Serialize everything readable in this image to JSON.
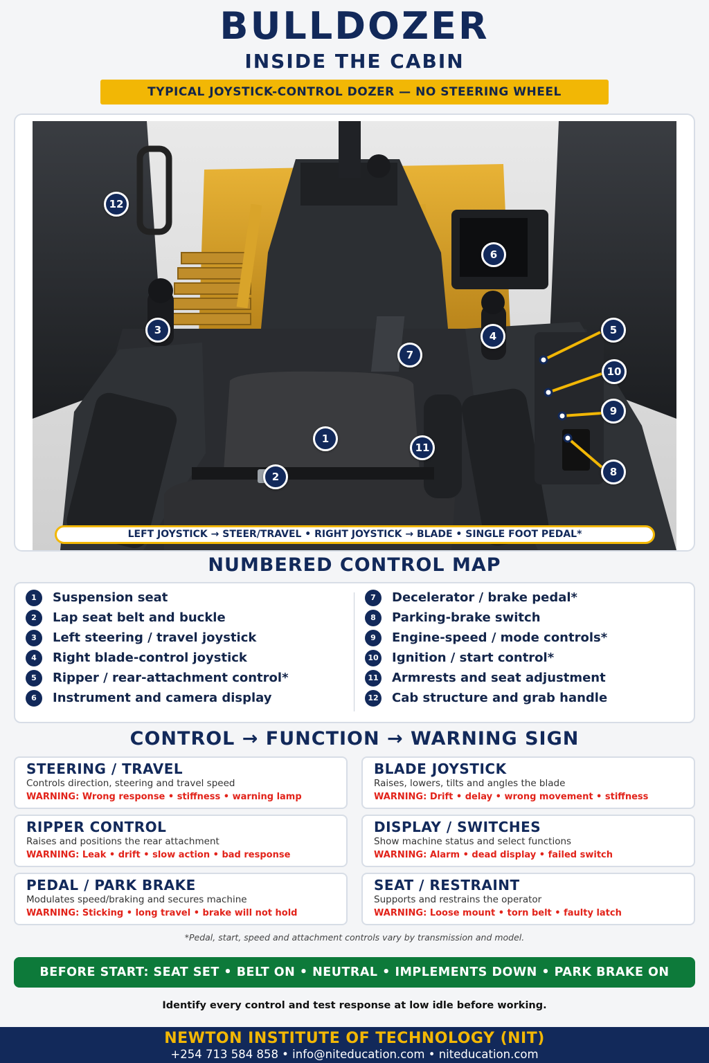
{
  "header": {
    "title": "BULLDOZER",
    "subtitle": "INSIDE THE CABIN",
    "banner": "TYPICAL JOYSTICK-CONTROL DOZER — NO STEERING WHEEL"
  },
  "photo": {
    "caption": "LEFT JOYSTICK → STEER/TRAVEL • RIGHT JOYSTICK → BLADE • SINGLE FOOT PEDAL*",
    "markers": [
      "1",
      "2",
      "3",
      "4",
      "5",
      "6",
      "7",
      "8",
      "9",
      "10",
      "11",
      "12"
    ]
  },
  "control_map": {
    "title": "NUMBERED CONTROL MAP",
    "items": [
      {
        "num": "1",
        "label": "Suspension seat"
      },
      {
        "num": "2",
        "label": "Lap seat belt and buckle"
      },
      {
        "num": "3",
        "label": "Left steering / travel joystick"
      },
      {
        "num": "4",
        "label": "Right blade-control joystick"
      },
      {
        "num": "5",
        "label": "Ripper / rear-attachment control*"
      },
      {
        "num": "6",
        "label": "Instrument and camera display"
      },
      {
        "num": "7",
        "label": "Decelerator / brake pedal*"
      },
      {
        "num": "8",
        "label": "Parking-brake switch"
      },
      {
        "num": "9",
        "label": "Engine-speed / mode controls*"
      },
      {
        "num": "10",
        "label": "Ignition / start control*"
      },
      {
        "num": "11",
        "label": "Armrests and seat adjustment"
      },
      {
        "num": "12",
        "label": "Cab structure and grab handle"
      }
    ]
  },
  "functions": {
    "title": "CONTROL → FUNCTION → WARNING SIGN",
    "cards": [
      {
        "title": "STEERING / TRAVEL",
        "desc": "Controls direction, steering and travel speed",
        "warning": "WARNING: Wrong response • stiffness • warning lamp"
      },
      {
        "title": "BLADE JOYSTICK",
        "desc": "Raises, lowers, tilts and angles the blade",
        "warning": "WARNING: Drift • delay • wrong movement • stiffness"
      },
      {
        "title": "RIPPER CONTROL",
        "desc": "Raises and positions the rear attachment",
        "warning": "WARNING: Leak • drift • slow action • bad response"
      },
      {
        "title": "DISPLAY / SWITCHES",
        "desc": "Show machine status and select functions",
        "warning": "WARNING: Alarm • dead display • failed switch"
      },
      {
        "title": "PEDAL / PARK BRAKE",
        "desc": "Modulates speed/braking and secures machine",
        "warning": "WARNING: Sticking • long travel • brake will not hold"
      },
      {
        "title": "SEAT / RESTRAINT",
        "desc": "Supports and restrains the operator",
        "warning": "WARNING: Loose mount • torn belt • faulty latch"
      }
    ]
  },
  "footnote": "*Pedal, start, speed and attachment controls vary by transmission and model.",
  "checklist": "BEFORE START: SEAT SET • BELT ON • NEUTRAL • IMPLEMENTS DOWN • PARK BRAKE ON",
  "reminder": "Identify every control and test response at low idle before working.",
  "footer": {
    "name": "NEWTON INSTITUTE OF TECHNOLOGY (NIT)",
    "contact": "+254 713 584 858 • info@niteducation.com • niteducation.com"
  },
  "colors": {
    "navy": "#12295a",
    "accent_yellow": "#f2b705",
    "warning_red": "#e2231a",
    "checklist_green": "#0d7a3a"
  }
}
